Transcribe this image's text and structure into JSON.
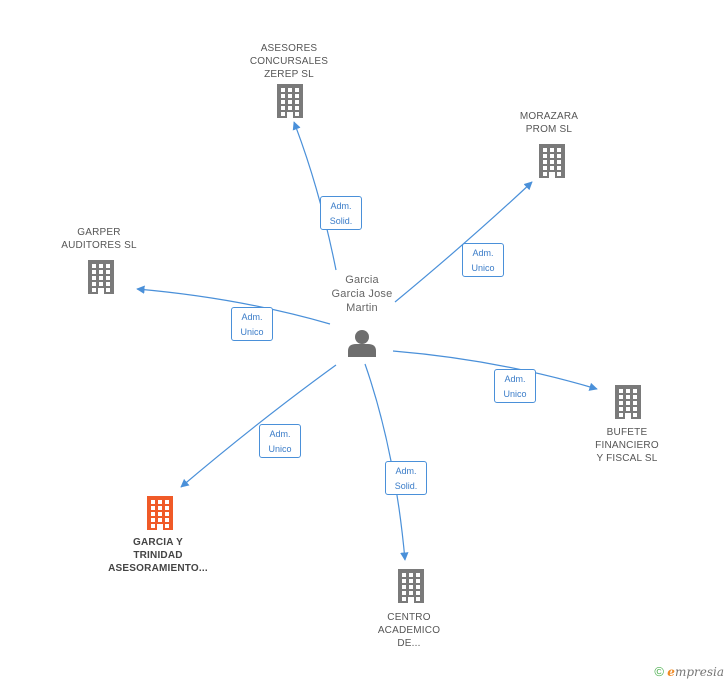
{
  "center": {
    "name": "Garcia\nGarcia Jose\nMartin",
    "icon": "person-icon"
  },
  "companies": [
    {
      "key": "asesores",
      "name": "ASESORES\nCONCURSALES\nZEREP SL",
      "icon": "building-icon",
      "highlight": false
    },
    {
      "key": "morazara",
      "name": "MORAZARA\nPROM SL",
      "icon": "building-icon",
      "highlight": false
    },
    {
      "key": "garper",
      "name": "GARPER\nAUDITORES  SL",
      "icon": "building-icon",
      "highlight": false
    },
    {
      "key": "bufete",
      "name": "BUFETE\nFINANCIERO\nY FISCAL SL",
      "icon": "building-icon",
      "highlight": false
    },
    {
      "key": "garcia",
      "name": "GARCIA Y\nTRINIDAD\nASESORAMIENTO...",
      "icon": "building-icon",
      "highlight": true
    },
    {
      "key": "centro",
      "name": "CENTRO\nACADEMICO\nDE...",
      "icon": "building-icon",
      "highlight": false
    }
  ],
  "relations": [
    {
      "to": "asesores",
      "label": "Adm.\nSolid."
    },
    {
      "to": "morazara",
      "label": "Adm.\nUnico"
    },
    {
      "to": "garper",
      "label": "Adm.\nUnico"
    },
    {
      "to": "bufete",
      "label": "Adm.\nUnico"
    },
    {
      "to": "garcia",
      "label": "Adm.\nUnico"
    },
    {
      "to": "centro",
      "label": "Adm.\nSolid."
    }
  ],
  "colors": {
    "edge": "#4a90d9",
    "building": "#7a7a7a",
    "building_highlight": "#f05a28",
    "person": "#6e6e6e"
  },
  "footer": {
    "copyright": "©",
    "brand_initial": "e",
    "brand_rest": "mpresia"
  }
}
